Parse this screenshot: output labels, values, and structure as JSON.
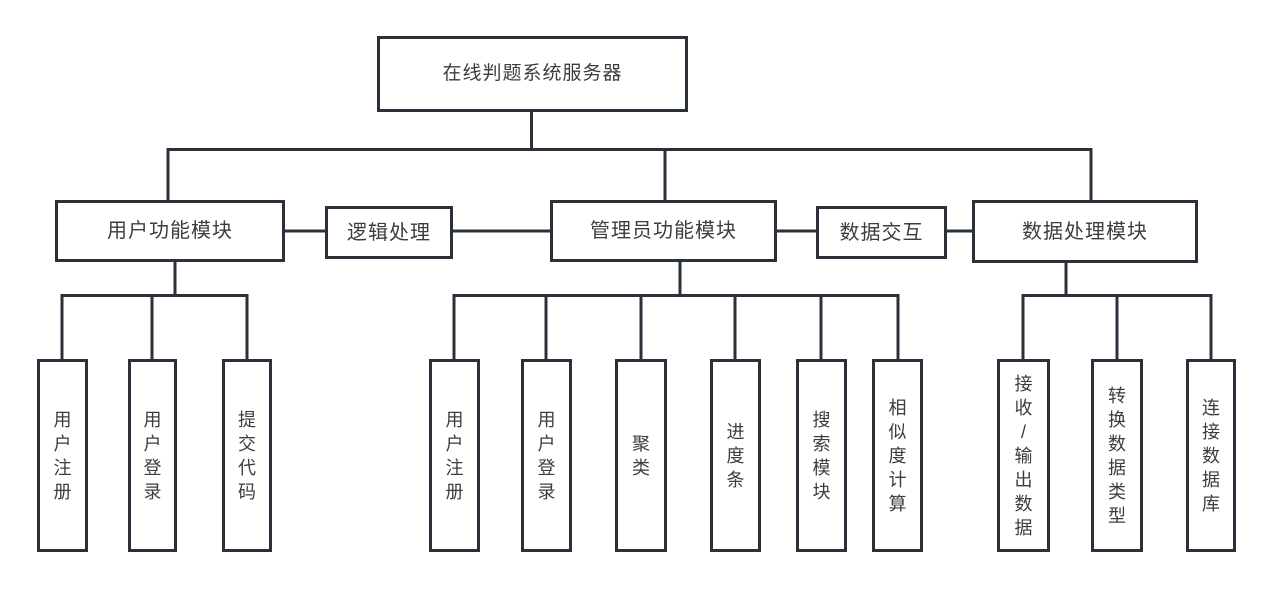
{
  "colors": {
    "line": "#2b313a",
    "text": "#3d3d3d",
    "background": "#ffffff"
  },
  "diagram": {
    "root": {
      "label": "在线判题系统服务器"
    },
    "level2": {
      "user_module": {
        "label": "用户功能模块"
      },
      "logic_process": {
        "label": "逻辑处理"
      },
      "admin_module": {
        "label": "管理员功能模块"
      },
      "data_exchange": {
        "label": "数据交互"
      },
      "data_module": {
        "label": "数据处理模块"
      }
    },
    "user_children": [
      {
        "label": "用户注册"
      },
      {
        "label": "用户登录"
      },
      {
        "label": "提交代码"
      }
    ],
    "admin_children": [
      {
        "label": "用户注册"
      },
      {
        "label": "用户登录"
      },
      {
        "label": "聚类"
      },
      {
        "label": "进度条"
      },
      {
        "label": "搜索模块"
      },
      {
        "label": "相似度计算"
      }
    ],
    "data_children": [
      {
        "label": "接收/输出数据"
      },
      {
        "label": "转换数据类型"
      },
      {
        "label": "连接数据库"
      }
    ]
  }
}
